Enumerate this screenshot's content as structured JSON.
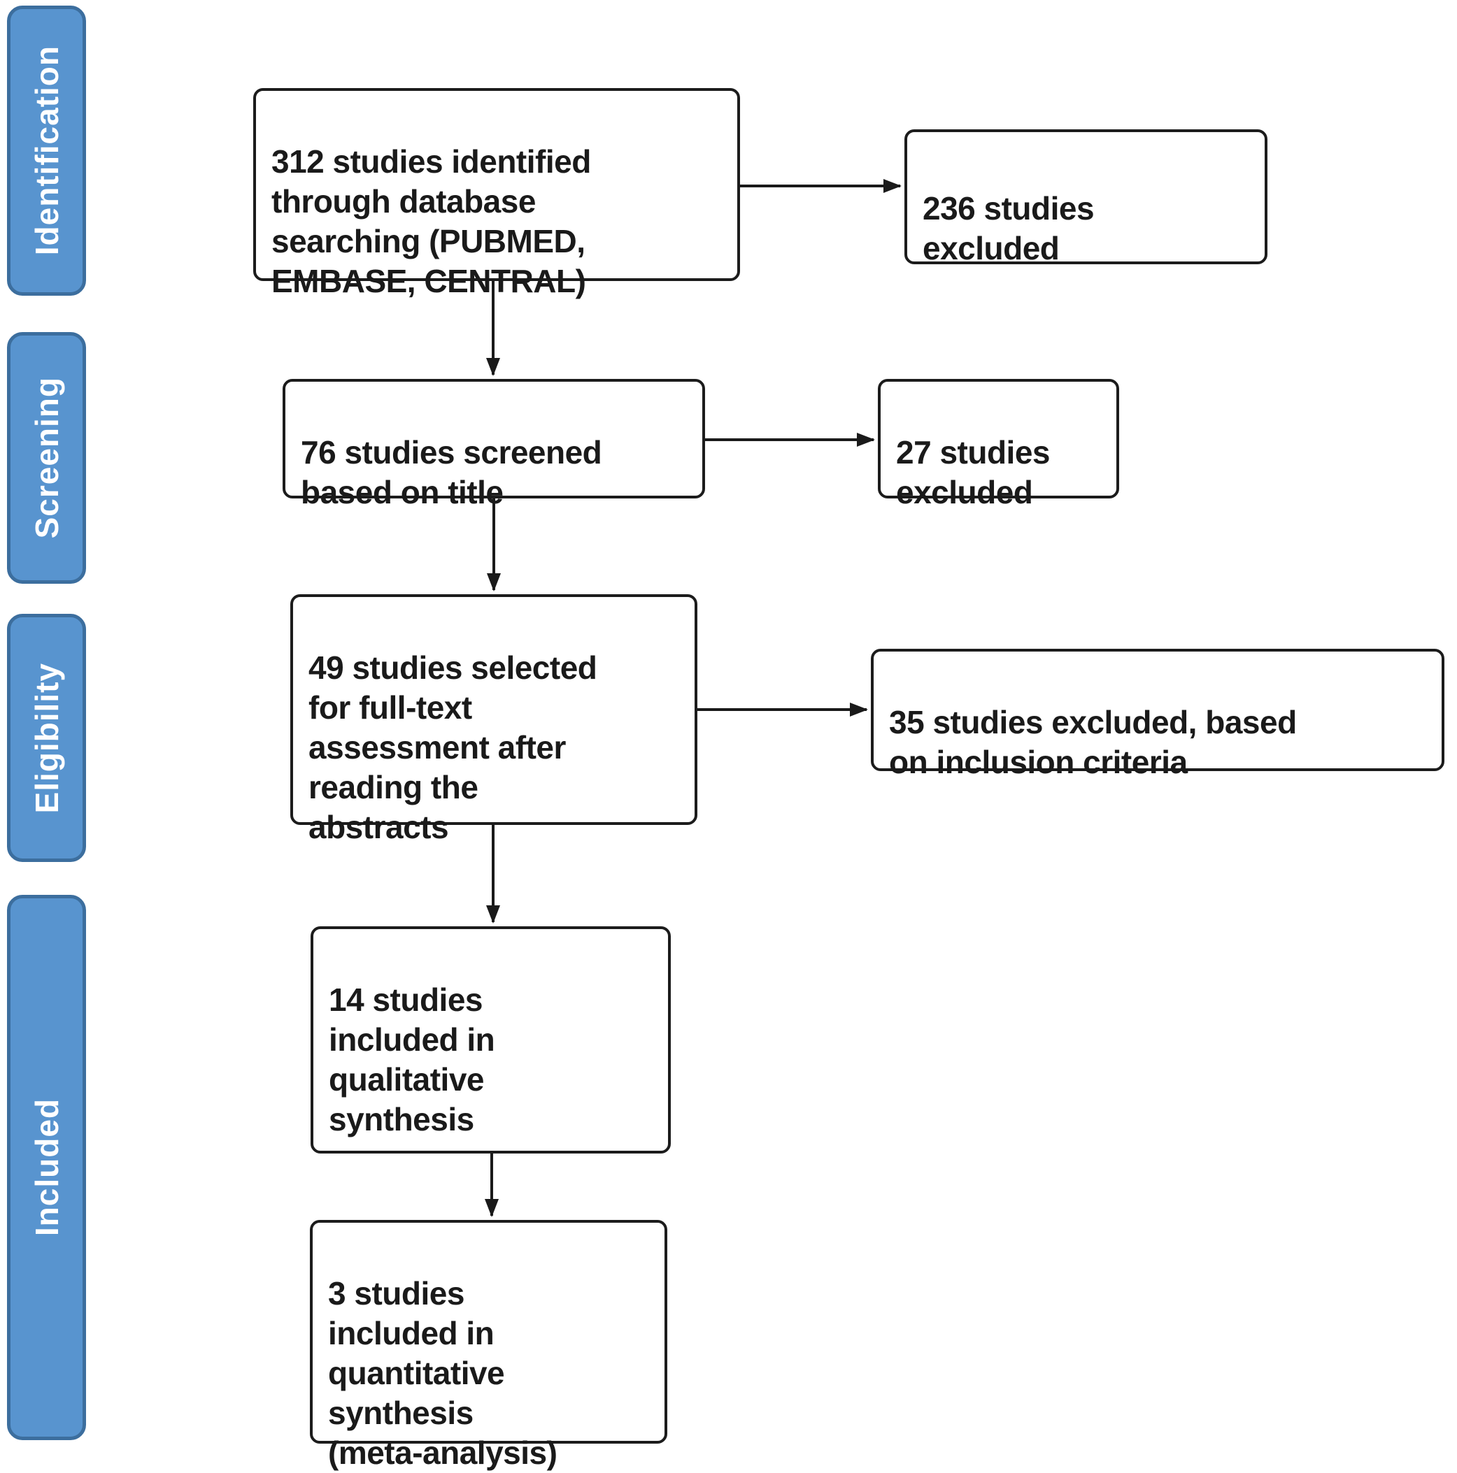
{
  "figure": {
    "kind": "PRISMA study-selection flow diagram",
    "background_color": "#ffffff",
    "box_fill_color": "#ffffff",
    "box_border_color": "#1c1c1c",
    "arrow_color": "#1a1a1a",
    "text_color": "#1a1a1a"
  },
  "sidebar": {
    "fill_color": "#5894cf",
    "border_color": "#3c6e9e",
    "label_color": "#ffffff",
    "stages": [
      {
        "label": "Identification"
      },
      {
        "label": "Screening"
      },
      {
        "label": "Eligibility"
      },
      {
        "label": "Included"
      }
    ]
  },
  "flow": {
    "main_boxes": [
      {
        "text": "312 studies identified\nthrough database\nsearching (PUBMED,\nEMBASE, CENTRAL)"
      },
      {
        "text": "76 studies screened\nbased on title"
      },
      {
        "text": "49 studies selected\nfor full-text\nassessment after\nreading the\nabstracts"
      },
      {
        "text": "14 studies\nincluded in\nqualitative\nsynthesis"
      },
      {
        "text": "3 studies\nincluded in\nquantitative\nsynthesis\n(meta-analysis)"
      }
    ],
    "excluded_boxes": [
      {
        "text": "236 studies\nexcluded"
      },
      {
        "text": "27 studies\nexcluded"
      },
      {
        "text": "35 studies excluded, based\non inclusion criteria"
      }
    ]
  }
}
